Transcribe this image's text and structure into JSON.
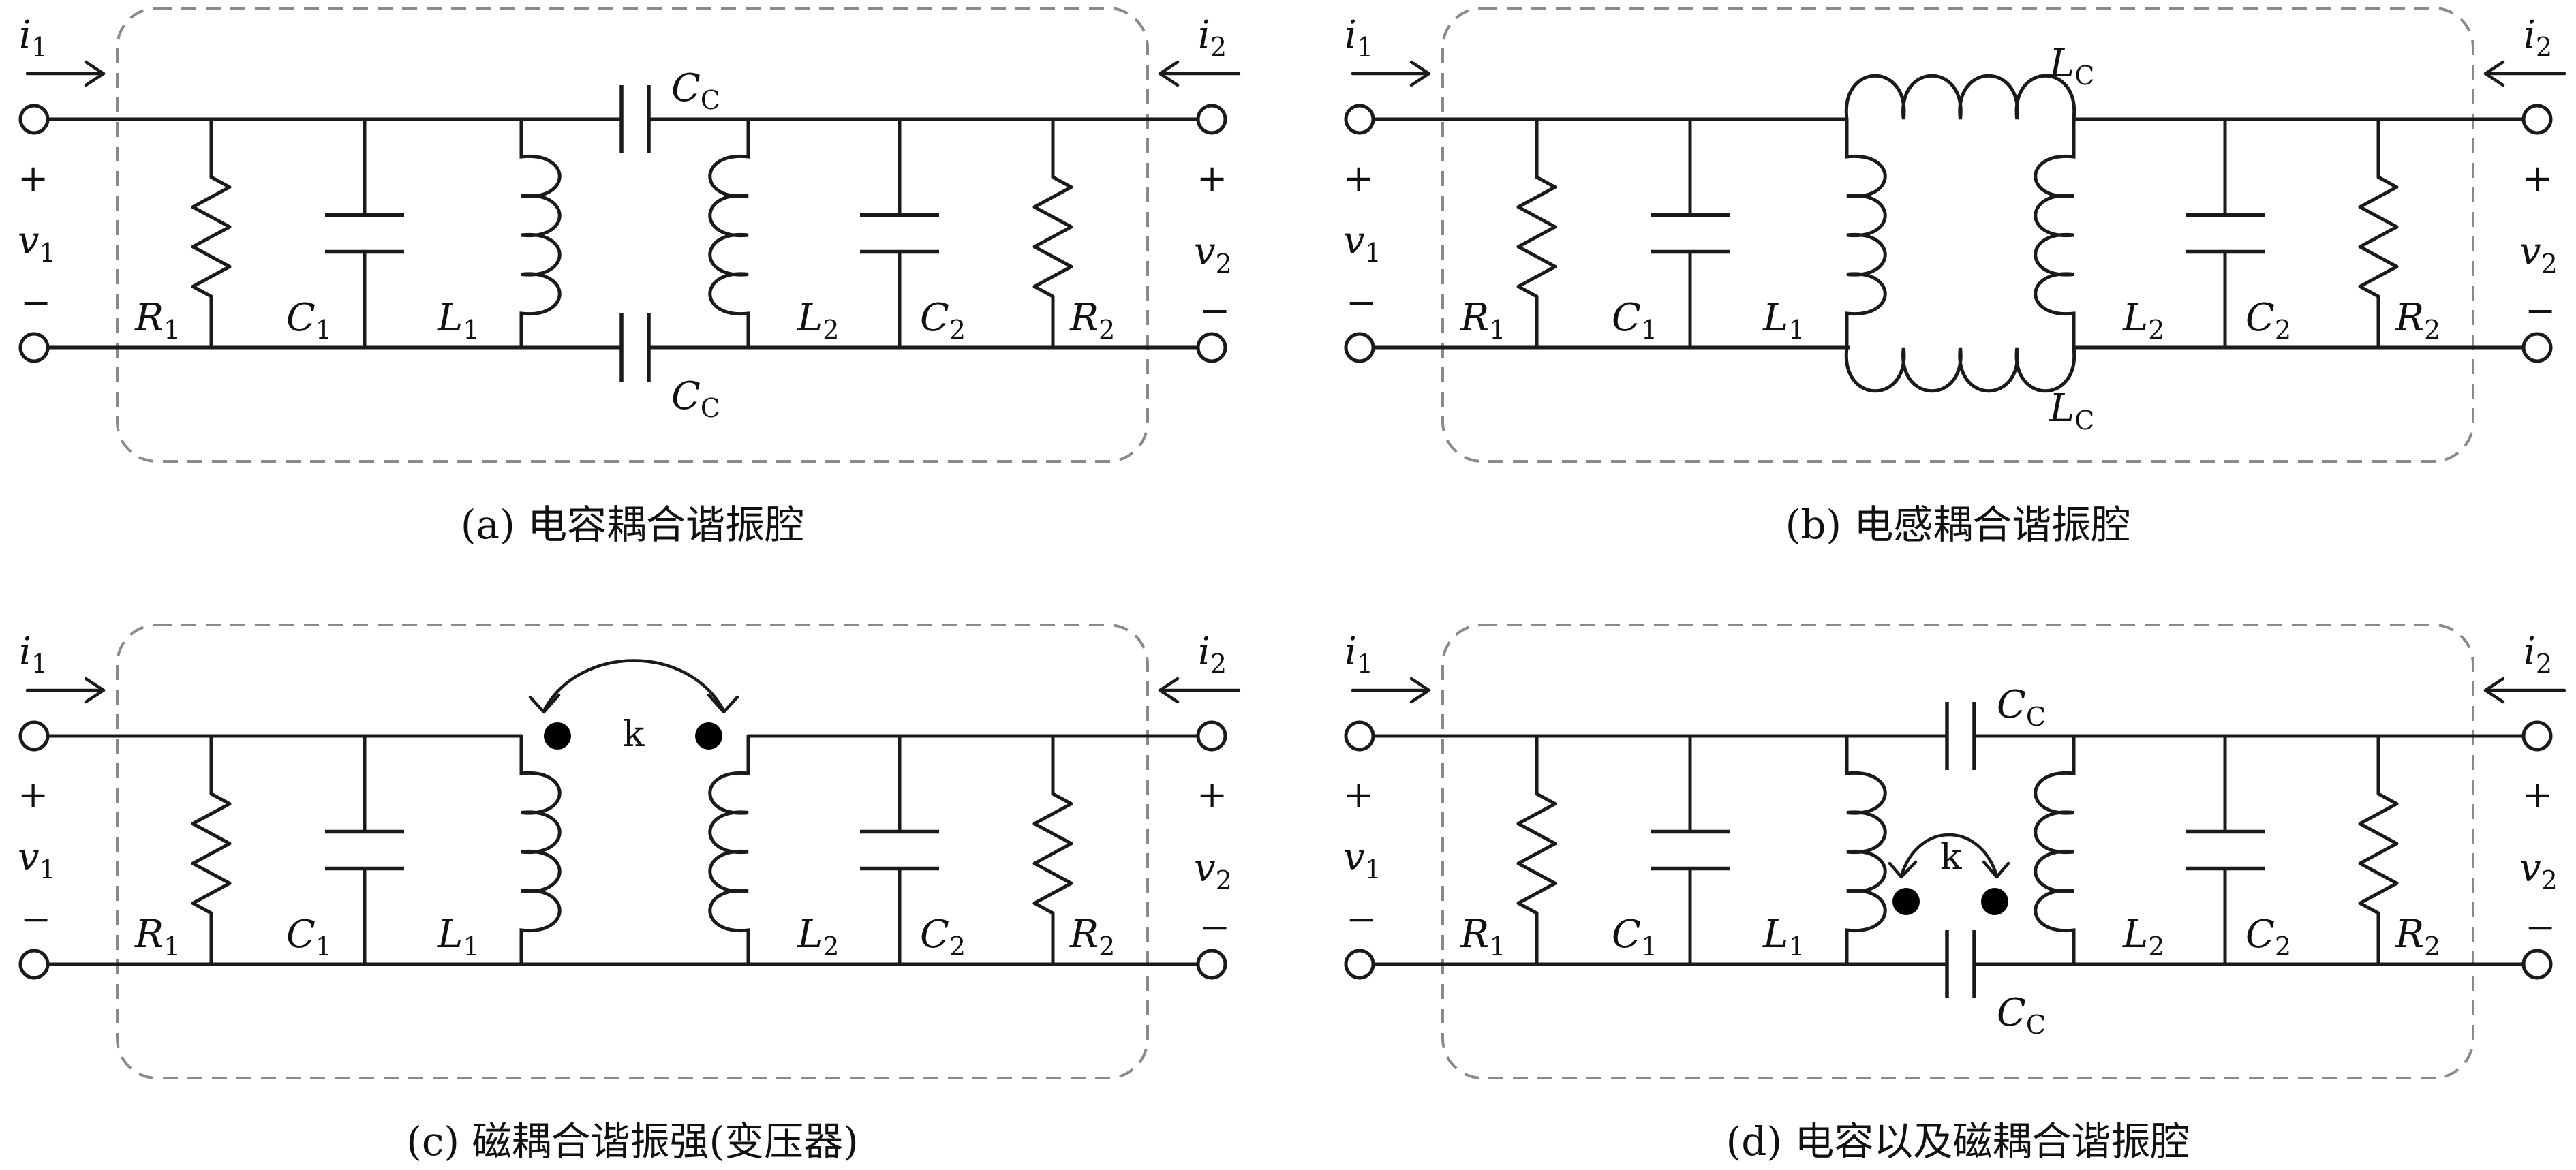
{
  "panels": [
    {
      "id": "a",
      "caption": "(a) 电容耦合谐振腔",
      "coupling": "capacitive",
      "labels": {
        "R1": "R",
        "R1_sub": "1",
        "C1": "C",
        "C1_sub": "1",
        "L1": "L",
        "L1_sub": "1",
        "L2": "L",
        "L2_sub": "2",
        "C2": "C",
        "C2_sub": "2",
        "R2": "R",
        "R2_sub": "2",
        "i1": "i",
        "i1_sub": "1",
        "i2": "i",
        "i2_sub": "2",
        "v1": "v",
        "v1_sub": "1",
        "v2": "v",
        "v2_sub": "2",
        "plus": "+",
        "minus": "−",
        "cc_top": "C",
        "cc_top_sub": "C",
        "cc_bot": "C",
        "cc_bot_sub": "C"
      }
    },
    {
      "id": "b",
      "caption": "(b) 电感耦合谐振腔",
      "coupling": "inductive",
      "labels": {
        "R1": "R",
        "R1_sub": "1",
        "C1": "C",
        "C1_sub": "1",
        "L1": "L",
        "L1_sub": "1",
        "L2": "L",
        "L2_sub": "2",
        "C2": "C",
        "C2_sub": "2",
        "R2": "R",
        "R2_sub": "2",
        "i1": "i",
        "i1_sub": "1",
        "i2": "i",
        "i2_sub": "2",
        "v1": "v",
        "v1_sub": "1",
        "v2": "v",
        "v2_sub": "2",
        "plus": "+",
        "minus": "−",
        "lc_top": "L",
        "lc_top_sub": "C",
        "lc_bot": "L",
        "lc_bot_sub": "C"
      }
    },
    {
      "id": "c",
      "caption": "(c) 磁耦合谐振强(变压器)",
      "coupling": "magnetic",
      "labels": {
        "R1": "R",
        "R1_sub": "1",
        "C1": "C",
        "C1_sub": "1",
        "L1": "L",
        "L1_sub": "1",
        "L2": "L",
        "L2_sub": "2",
        "C2": "C",
        "C2_sub": "2",
        "R2": "R",
        "R2_sub": "2",
        "i1": "i",
        "i1_sub": "1",
        "i2": "i",
        "i2_sub": "2",
        "v1": "v",
        "v1_sub": "1",
        "v2": "v",
        "v2_sub": "2",
        "plus": "+",
        "minus": "−",
        "k": "k"
      }
    },
    {
      "id": "d",
      "caption": "(d) 电容以及磁耦合谐振腔",
      "coupling": "capacitive-magnetic",
      "labels": {
        "R1": "R",
        "R1_sub": "1",
        "C1": "C",
        "C1_sub": "1",
        "L1": "L",
        "L1_sub": "1",
        "L2": "L",
        "L2_sub": "2",
        "C2": "C",
        "C2_sub": "2",
        "R2": "R",
        "R2_sub": "2",
        "i1": "i",
        "i1_sub": "1",
        "i2": "i",
        "i2_sub": "2",
        "v1": "v",
        "v1_sub": "1",
        "v2": "v",
        "v2_sub": "2",
        "plus": "+",
        "minus": "−",
        "cc_top": "C",
        "cc_top_sub": "C",
        "cc_bot": "C",
        "cc_bot_sub": "C",
        "k": "k"
      }
    }
  ],
  "colors": {
    "wire": "#1a1a1a",
    "dashed_box": "#8a8a8a",
    "background": "#ffffff"
  }
}
